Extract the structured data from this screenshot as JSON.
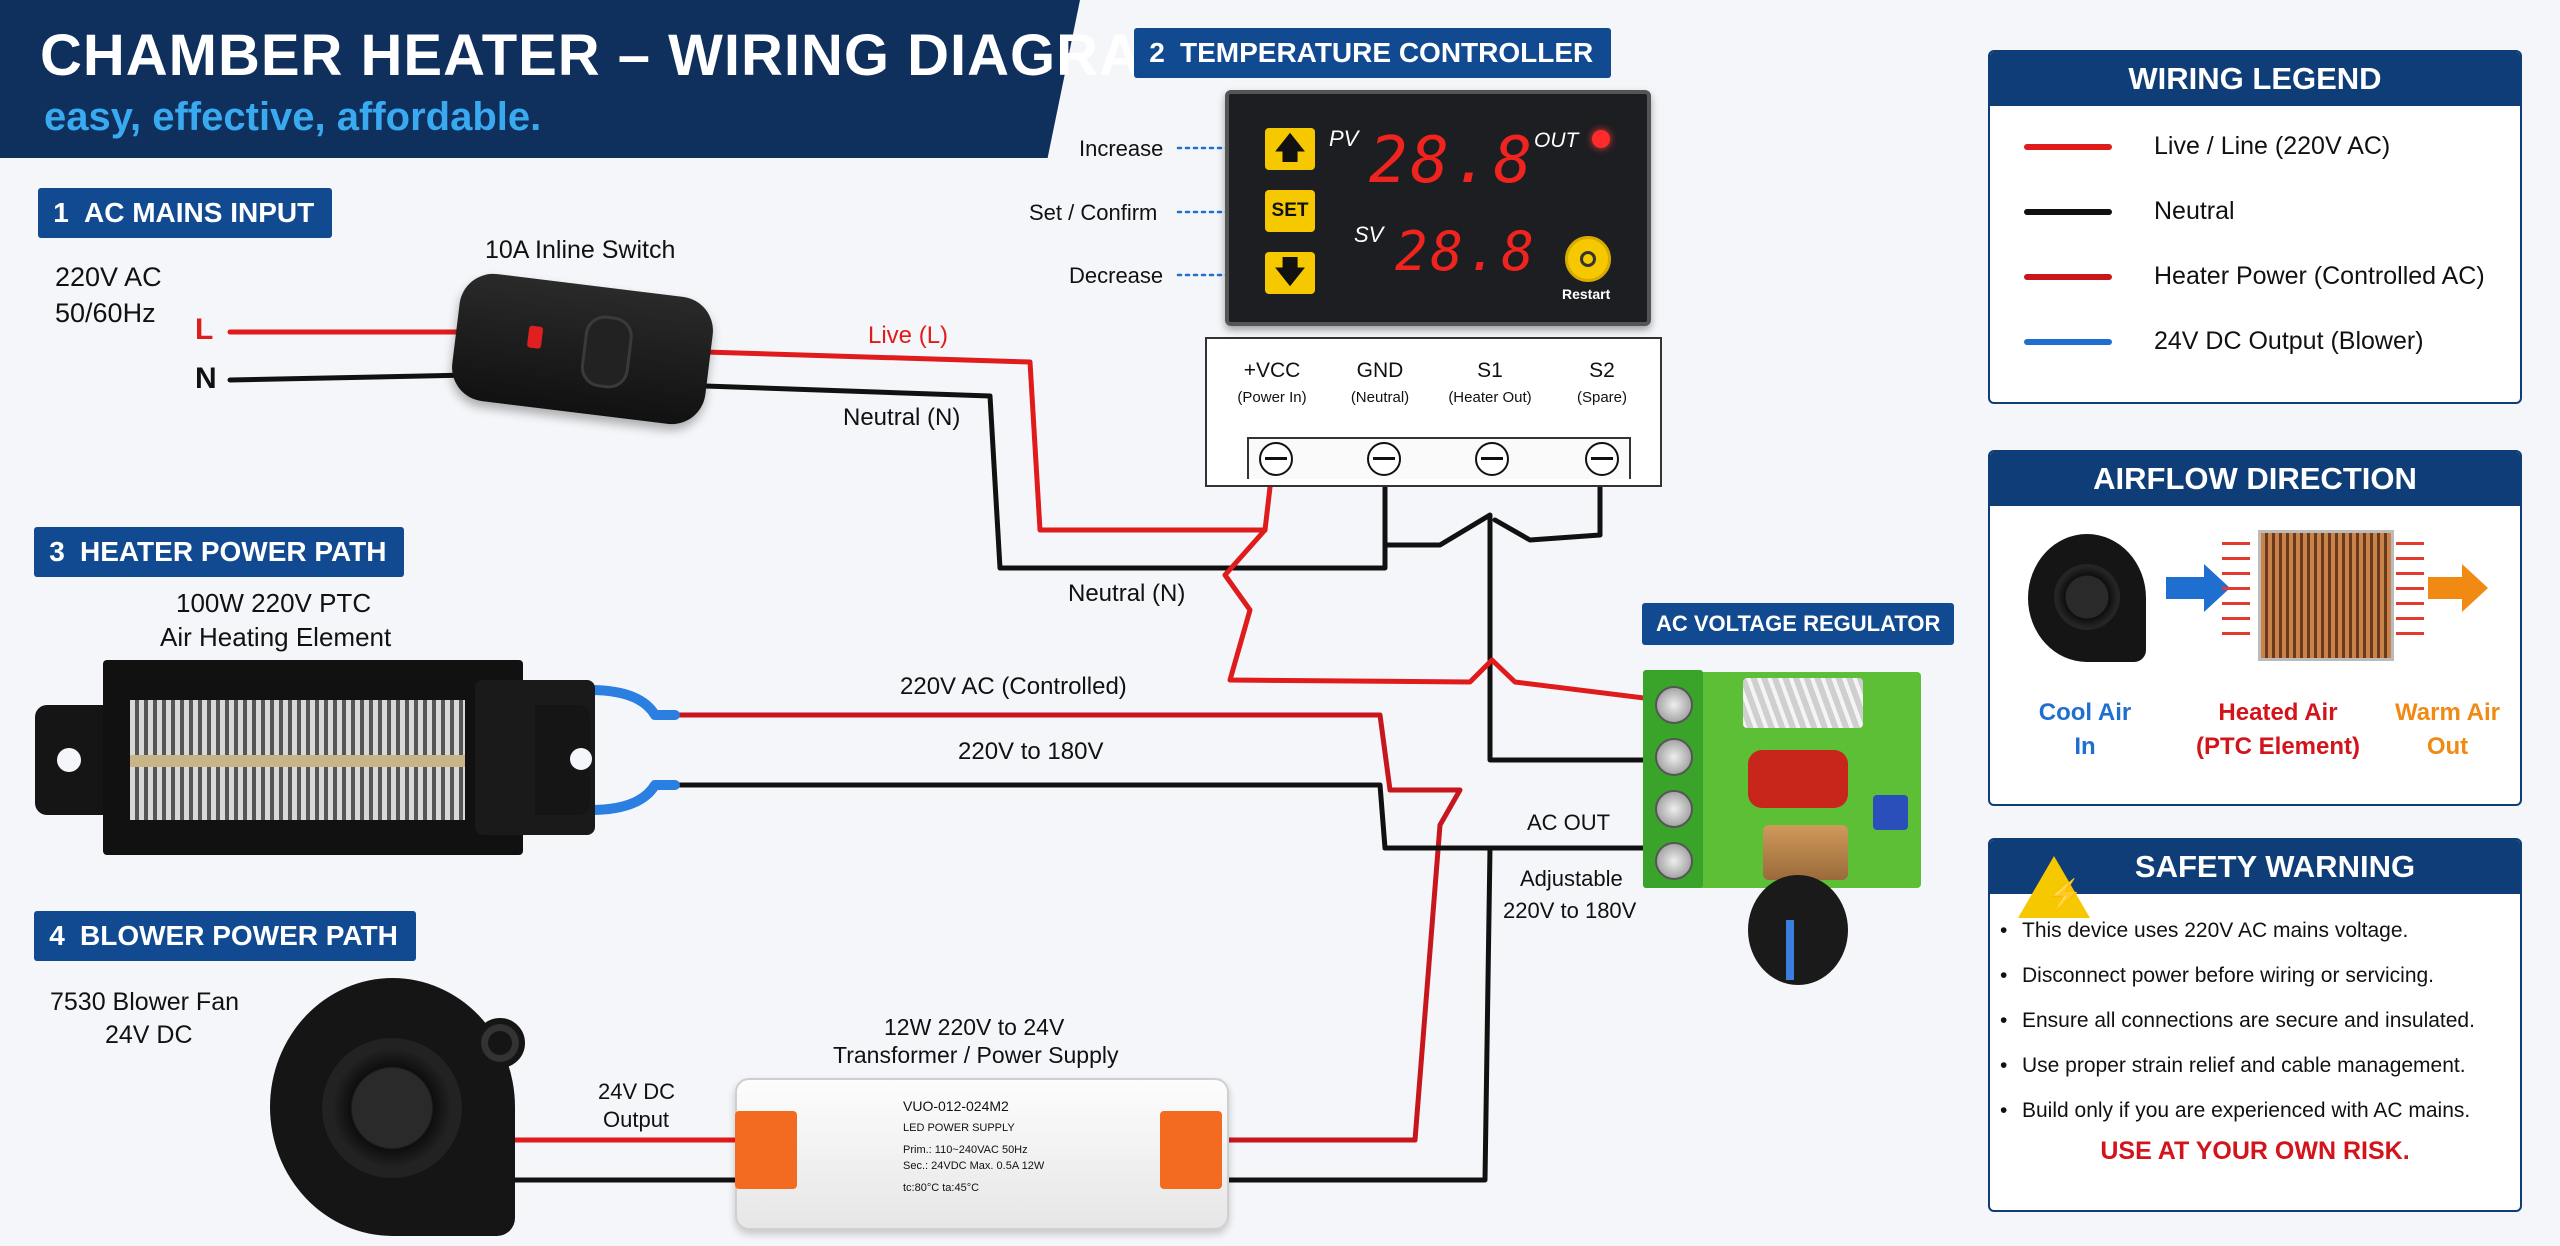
{
  "header": {
    "title": "CHAMBER HEATER – WIRING DIAGRAM",
    "tagline": "easy, effective, affordable."
  },
  "sections": {
    "s1": {
      "num": "1",
      "title": "AC MAINS INPUT"
    },
    "s2": {
      "num": "2",
      "title": "TEMPERATURE CONTROLLER"
    },
    "s3": {
      "num": "3",
      "title": "HEATER POWER PATH"
    },
    "s4": {
      "num": "4",
      "title": "BLOWER POWER PATH"
    }
  },
  "mains": {
    "voltage": "220V AC",
    "frequency": "50/60Hz",
    "live_letter": "L",
    "neutral_letter": "N",
    "switch_label": "10A Inline Switch",
    "live_wire": "Live (L)",
    "neutral_wire": "Neutral (N)",
    "neutral_wire_2": "Neutral (N)"
  },
  "controller": {
    "pv": "PV",
    "sv": "SV",
    "out": "OUT",
    "pv_value": "28.8",
    "sv_value": "28.8",
    "set_btn": "SET",
    "restart": "Restart",
    "increase": "Increase",
    "set_confirm": "Set / Confirm",
    "decrease": "Decrease",
    "terminals": [
      {
        "name": "+VCC",
        "sub": "(Power In)"
      },
      {
        "name": "GND",
        "sub": "(Neutral)"
      },
      {
        "name": "S1",
        "sub": "(Heater Out)"
      },
      {
        "name": "S2",
        "sub": "(Spare)"
      }
    ]
  },
  "heater": {
    "title_line1": "100W 220V PTC",
    "title_line2": "Air Heating Element",
    "wire_top": "220V AC (Controlled)",
    "wire_bottom": "220V to 180V"
  },
  "regulator": {
    "title": "AC VOLTAGE REGULATOR",
    "ac_out": "AC OUT",
    "adjustable_1": "Adjustable",
    "adjustable_2": "220V to 180V"
  },
  "blower": {
    "title_line1": "7530 Blower Fan",
    "title_line2": "24V DC",
    "output_line1": "24V DC",
    "output_line2": "Output"
  },
  "psu": {
    "title_line1": "12W 220V to 24V",
    "title_line2": "Transformer / Power Supply",
    "model": "VUO-012-024M2",
    "type": "LED POWER SUPPLY",
    "prim": "Prim.: 110~240VAC 50Hz",
    "sec": "Sec.: 24VDC Max. 0.5A 12W",
    "temps": "tc:80°C   ta:45°C"
  },
  "legend": {
    "title": "WIRING LEGEND",
    "items": [
      {
        "label": "Live / Line (220V AC)",
        "color": "#e01b1b"
      },
      {
        "label": "Neutral",
        "color": "#111111"
      },
      {
        "label": "Heater Power (Controlled AC)",
        "color": "#c8161d"
      },
      {
        "label": "24V DC Output (Blower)",
        "color": "#1e6fd0"
      }
    ]
  },
  "airflow": {
    "title": "AIRFLOW DIRECTION",
    "cool_1": "Cool Air",
    "cool_2": "In",
    "heated_1": "Heated Air",
    "heated_2": "(PTC Element)",
    "warm_1": "Warm Air",
    "warm_2": "Out",
    "colors": {
      "cool": "#1e6fd0",
      "heated": "#d3141b",
      "warm": "#f08a12"
    }
  },
  "safety": {
    "title": "SAFETY WARNING",
    "items": [
      "This device uses 220V AC mains voltage.",
      "Disconnect power before wiring or servicing.",
      "Ensure all connections are secure and insulated.",
      "Use proper strain relief and cable management.",
      "Build only if you are experienced with AC mains."
    ],
    "risk": "USE AT YOUR OWN RISK."
  },
  "colors": {
    "navy": "#0f3d78",
    "live": "#e01b1b",
    "neutral": "#111111",
    "dc": "#1e6fd0"
  }
}
